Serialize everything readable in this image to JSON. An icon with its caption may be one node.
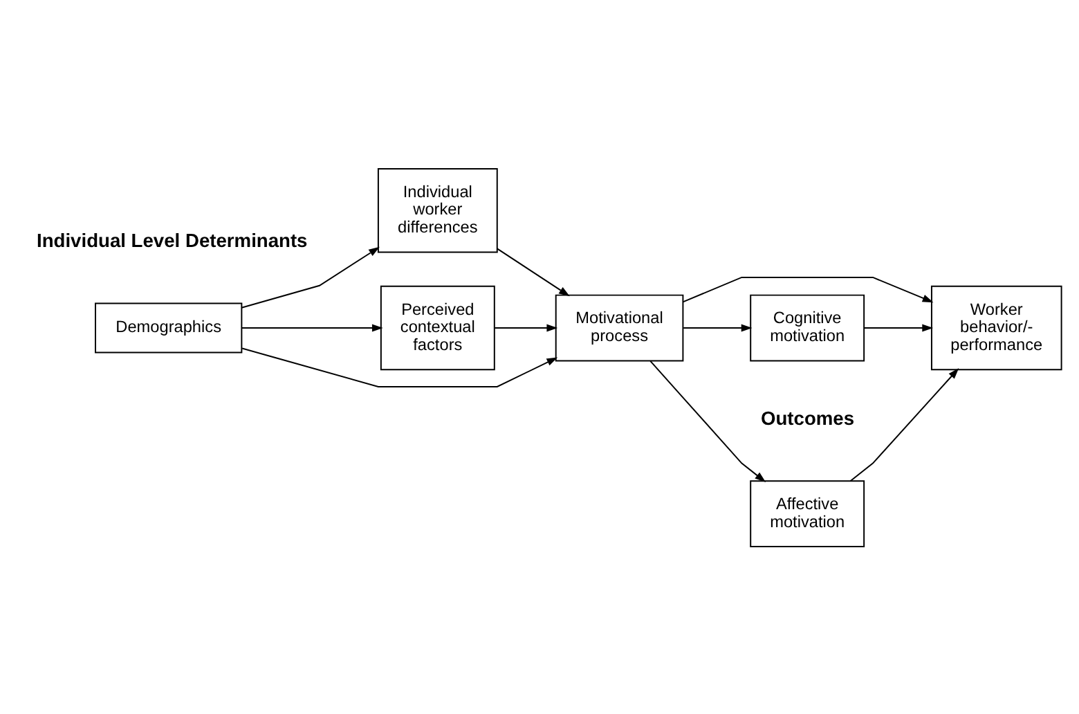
{
  "diagram": {
    "nodes": [
      {
        "text": [
          "Demographics"
        ]
      },
      {
        "text": [
          "Individual worker differences"
        ]
      },
      {
        "text": [
          "Perceived contextual factors"
        ]
      },
      {
        "text": [
          "Motivational process"
        ]
      },
      {
        "text": [
          "Affective motivation"
        ]
      },
      {
        "text": [
          "Worker behavior/- performance"
        ]
      },
      {
        "text": [
          "Cognitive motivation"
        ]
      }
    ],
    "edges": [
      {
        "from": 0,
        "to": 3,
        "arrow": "to"
      },
      {
        "from": 0,
        "to": 1,
        "arrow": "to"
      },
      {
        "from": 0,
        "to": 2,
        "arrow": "to"
      },
      {
        "from": 1,
        "to": 3,
        "arrow": "to"
      },
      {
        "from": 2,
        "to": 3,
        "arrow": "to"
      },
      {
        "from": 3,
        "to": 4,
        "arrow": "to"
      },
      {
        "from": 3,
        "to": 5,
        "arrow": "to"
      },
      {
        "from": 3,
        "to": 6,
        "arrow": "to"
      },
      {
        "from": 4,
        "to": 5,
        "arrow": "to"
      },
      {
        "from": 6,
        "to": 5,
        "arrow": "to"
      }
    ],
    "labels": [
      "Individual Level Determinants",
      "Outcomes"
    ]
  }
}
